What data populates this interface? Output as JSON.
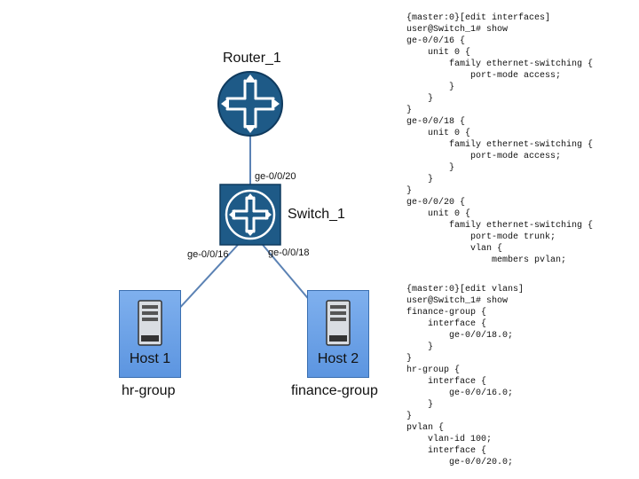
{
  "nodes": {
    "router": {
      "label": "Router_1"
    },
    "switch": {
      "label": "Switch_1"
    },
    "host1": {
      "label": "Host 1",
      "group": "hr-group"
    },
    "host2": {
      "label": "Host 2",
      "group": "finance-group"
    }
  },
  "ports": {
    "switch_router": "ge-0/0/20",
    "switch_host1": "ge-0/0/16",
    "switch_host2": "ge-0/0/18"
  },
  "colors": {
    "device_fill": "#1e5a87",
    "host_fill": "#6ea3e8",
    "link": "#5b82b4"
  },
  "config_blocks": [
    {
      "lines": [
        "{master:0}[edit interfaces]",
        "user@Switch_1# show",
        "ge-0/0/16 {",
        "    unit 0 {",
        "        family ethernet-switching {",
        "            port-mode access;",
        "        }",
        "    }",
        "}",
        "ge-0/0/18 {",
        "    unit 0 {",
        "        family ethernet-switching {",
        "            port-mode access;",
        "        }",
        "    }",
        "}",
        "ge-0/0/20 {",
        "    unit 0 {",
        "        family ethernet-switching {",
        "            port-mode trunk;",
        "            vlan {",
        "                members pvlan;"
      ]
    },
    {
      "lines": [
        "{master:0}[edit vlans]",
        "user@Switch_1# show",
        "finance-group {",
        "    interface {",
        "        ge-0/0/18.0;",
        "    }",
        "}",
        "hr-group {",
        "    interface {",
        "        ge-0/0/16.0;",
        "    }",
        "}",
        "pvlan {",
        "    vlan-id 100;",
        "    interface {",
        "        ge-0/0/20.0;"
      ]
    }
  ]
}
